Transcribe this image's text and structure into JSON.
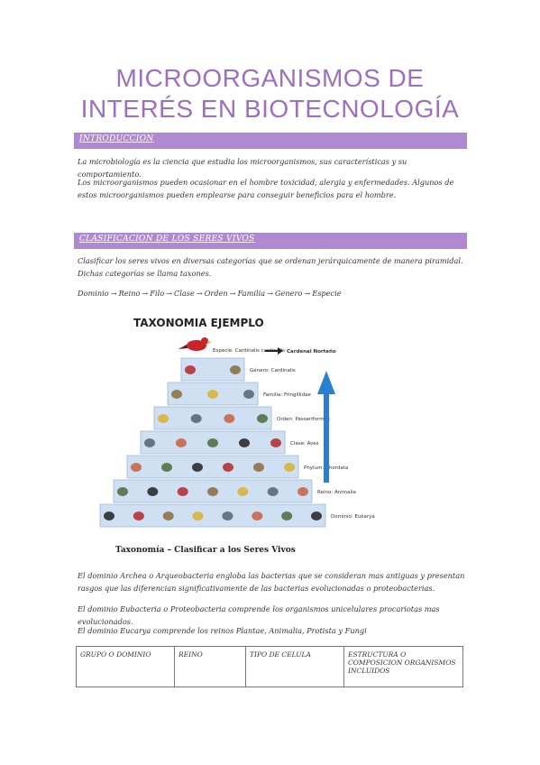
{
  "title_line1": "MICROORGANISMOS DE",
  "title_line2": "INTERÉS EN BIOTECNOLOGÍA",
  "section1": {
    "heading": "INTRODUCCION",
    "p1": "La microbiología es la ciencia que estudia los microorganismos, sus características y su comportamiento.",
    "p2": "Los microorganismos pueden ocasionar en el hombre toxicidad, alergia y enfermedades. Algunos de estos microorganismos pueden emplearse para conseguir beneficios para el hombre."
  },
  "section2": {
    "heading": "CLASIFICACION DE LOS SERES VIVOS",
    "p1": "Clasificar los seres vivos en diversas categorías que se ordenan jerárquicamente de manera piramidal. Dichas categorías se llama taxones.",
    "taxa": [
      "Dominio",
      "Reino",
      "Filo",
      "Clase",
      "Orden",
      "Familia",
      "Genero",
      "Especie"
    ],
    "arrow_glyph": "→"
  },
  "figure": {
    "title": "TAXONOMIA EJEMPLO",
    "caption": "Taxonomía – Clasificar a los Seres Vivos",
    "top_label": "Especie: Cardinalis cardinalis",
    "top_result": "Cardenal Norteño",
    "levels": [
      "Género: Cardinalis",
      "Familia: Fringillidae",
      "Orden: Passeriformes",
      "Clase: Aves",
      "Phylum: Chordata",
      "Reino: Animalia",
      "Dominio: Eukarya"
    ],
    "colors": {
      "accent": "#b08ad0",
      "title": "#9d6fc0",
      "pyramid": "#cfe0f2",
      "arrow": "#2a7fd0"
    }
  },
  "paragraphs": {
    "archea": "El dominio Archea o Arqueobacteria engloba las bacterias que se consideran mas antiguas y presentan rasgos que las diferencian significativamente de las bacterias evolucionadas o proteobacterias.",
    "eubacteria": "El dominio Eubacteria o Proteobacteria comprende los organismos  unicelulares procariotas mas evolucionados.",
    "eucarya": "El dominio Eucarya comprende los reinos Plantae, Animalia, Protista y Fungi"
  },
  "table": {
    "headers": [
      "GRUPO O DOMINIO",
      "REINO",
      "TIPO DE CELULA",
      "ESTRUCTURA O COMPOSICION ORGANISMOS INCLUIDOS"
    ]
  }
}
